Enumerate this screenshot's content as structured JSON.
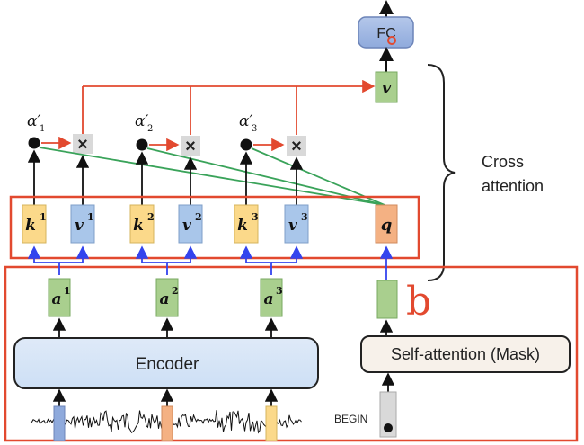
{
  "fc": {
    "label": "FC"
  },
  "output": {
    "label": "v"
  },
  "cross_attention": {
    "line1": "Cross",
    "line2": "attention"
  },
  "alphas": [
    {
      "symbol": "α′",
      "sub": "1"
    },
    {
      "symbol": "α′",
      "sub": "2"
    },
    {
      "symbol": "α′",
      "sub": "3"
    }
  ],
  "multiply": {
    "symbol": "×"
  },
  "keys_values": [
    {
      "k": "k",
      "v": "v",
      "sup": "1"
    },
    {
      "k": "k",
      "v": "v",
      "sup": "2"
    },
    {
      "k": "k",
      "v": "v",
      "sup": "3"
    }
  ],
  "query": {
    "label": "q"
  },
  "encoder_outputs": [
    {
      "label": "a",
      "sup": "1"
    },
    {
      "label": "a",
      "sup": "2"
    },
    {
      "label": "a",
      "sup": "3"
    }
  ],
  "encoder": {
    "label": "Encoder"
  },
  "decoder": {
    "label": "Self-attention (Mask)"
  },
  "begin": {
    "label": "BEGIN"
  },
  "annotation": {
    "text": "b"
  },
  "colors": {
    "red_frame": "#e2492f",
    "key_fill": "#fbd98a",
    "value_fill": "#a9c6ea",
    "green_fill": "#a9cf8e",
    "query_fill": "#f4b183",
    "fc_fill": "#8faadc",
    "arrow_blue": "#3344ee",
    "arrow_green": "#3aa35a"
  }
}
